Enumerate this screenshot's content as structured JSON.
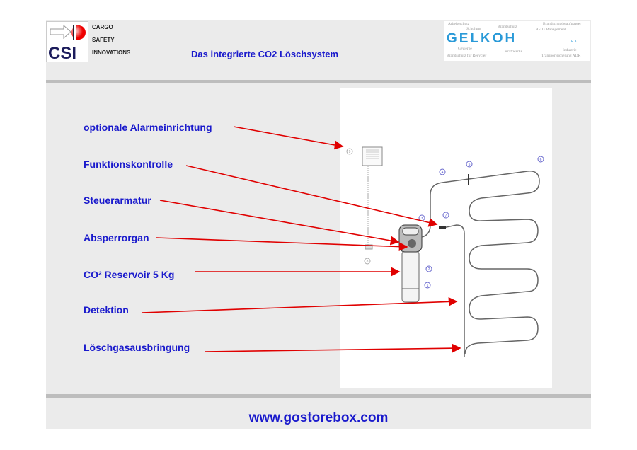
{
  "logo": {
    "csi": "CSI",
    "lines": [
      "CARGO",
      "SAFETY",
      "INNOVATIONS"
    ]
  },
  "title": "Das integrierte  CO2 Löschsystem",
  "gelkoh": {
    "name": "GELKOH",
    "suffix": "E.K.",
    "words": [
      "Arbeitsschutz",
      "Schulung",
      "Brandschutz",
      "Brandschutzbeauftragter",
      "RFID Management",
      "Gewerbe",
      "Kraftwerke",
      "Industrie",
      "Brandschutz für Recycler",
      "Transportsicherung ADR"
    ]
  },
  "labels": [
    "optionale Alarmeinrichtung",
    "Funktionskontrolle",
    "Steuerarmatur",
    "Absperrorgan",
    "CO² Reservoir 5 Kg",
    "Detektion",
    "Löschgasausbringung"
  ],
  "callouts": [
    "1",
    "2",
    "3",
    "4",
    "5",
    "6",
    "7",
    "8",
    "9"
  ],
  "footer": {
    "url": "www.gostorebox.com"
  },
  "colors": {
    "text": "#1a1acc",
    "arrow": "#e00000",
    "panel": "#ebebeb"
  }
}
